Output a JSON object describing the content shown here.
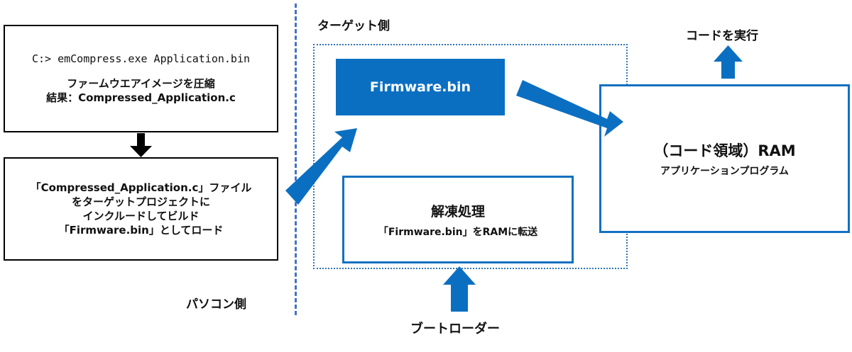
{
  "pc_side": {
    "command_box": {
      "command": "C:> emCompress.exe Application.bin",
      "line1": "ファームウエアイメージを圧縮",
      "line2": "結果：Compressed_Application.c"
    },
    "build_box": {
      "line1": "「Compressed_Application.c」ファイル",
      "line2": "をターゲットプロジェクトに",
      "line3": "インクルードしてビルド",
      "line4": "「Firmware.bin」としてロード"
    },
    "label": "パソコン側"
  },
  "target_side": {
    "label": "ターゲット側",
    "firmware_box": "Firmware.bin",
    "decompress_box": {
      "title": "解凍処理",
      "subtitle": "「Firmware.bin」をRAMに転送"
    }
  },
  "ram_box": {
    "title": "（コード領域）RAM",
    "subtitle": "アプリケーションプログラム"
  },
  "execute_label": "コードを実行",
  "bootloader_label": "ブートローダー",
  "colors": {
    "accent_blue": "#0b6fc1",
    "divider_blue": "#4472c4",
    "black": "#000000"
  }
}
